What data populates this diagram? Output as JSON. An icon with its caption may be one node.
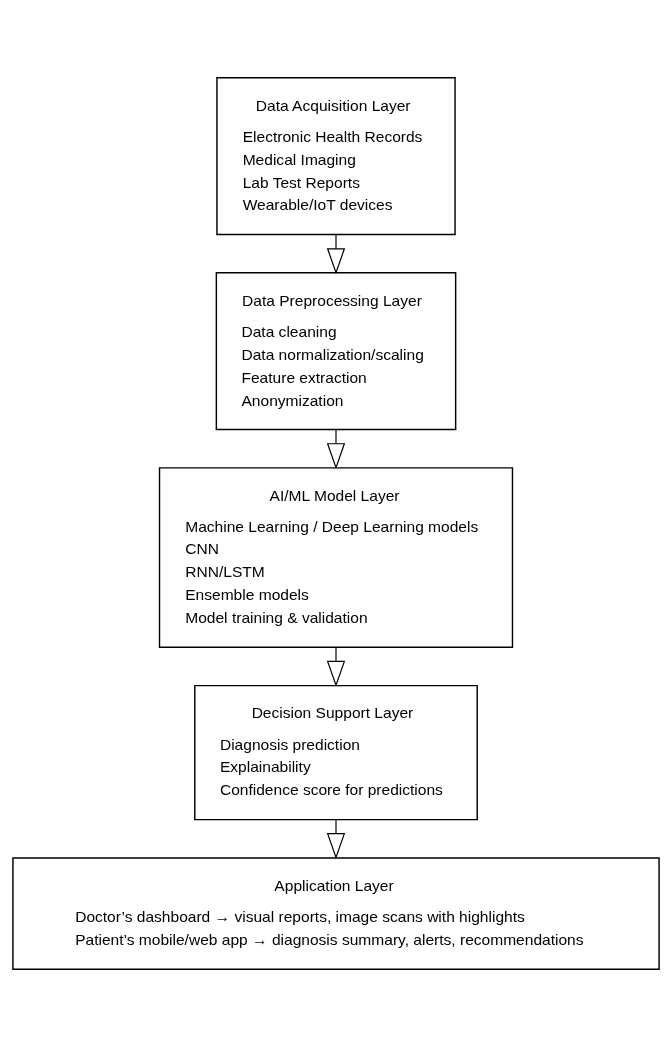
{
  "diagram": {
    "nodes": [
      {
        "text": [
          "Data Acquisition Layer",
          "Electronic Health Records",
          "Medical Imaging",
          "Lab Test Reports",
          "Wearable/IoT devices"
        ]
      },
      {
        "text": [
          "Data Preprocessing Layer",
          "Data cleaning",
          "Data normalization/scaling",
          "Feature extraction",
          "Anonymization"
        ]
      },
      {
        "text": [
          "AI/ML Model Layer",
          "Machine Learning / Deep Learning models",
          "CNN",
          "RNN/LSTM",
          "Ensemble models",
          "Model training & validation"
        ]
      },
      {
        "text": [
          "Decision Support Layer",
          "Diagnosis prediction",
          "Explainability",
          "Confidence score for predictions"
        ]
      },
      {
        "text": [
          "Application Layer",
          "Doctor’s dashboard → visual reports, image scans with highlights",
          "Patient’s mobile/web app → diagnosis summary, alerts, recommendations"
        ]
      }
    ],
    "edges": [
      {
        "from": 0,
        "to": 1,
        "arrow": "to"
      },
      {
        "from": 1,
        "to": 2,
        "arrow": "to"
      },
      {
        "from": 2,
        "to": 3,
        "arrow": "to"
      },
      {
        "from": 3,
        "to": 4,
        "arrow": "to"
      }
    ]
  }
}
